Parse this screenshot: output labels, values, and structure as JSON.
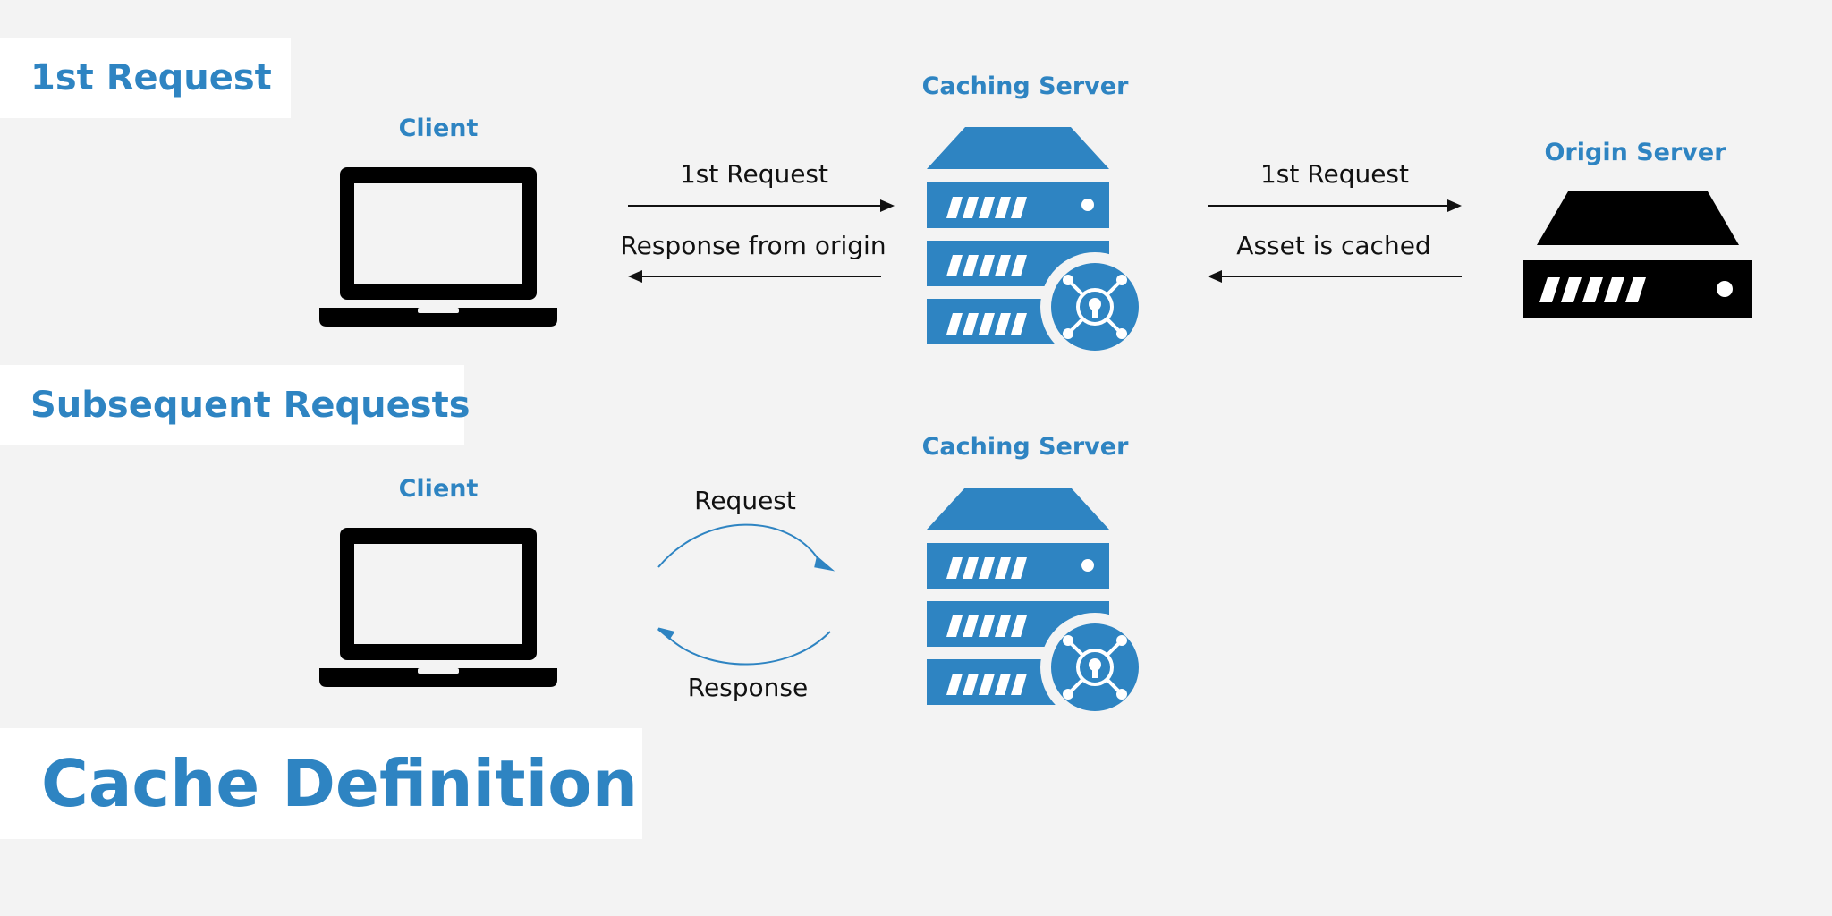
{
  "sections": {
    "first": "1st Request",
    "subsequent": "Subsequent Requests",
    "title": "Cache Definition"
  },
  "top": {
    "client": "Client",
    "caching_server": "Caching Server",
    "origin_server": "Origin Server",
    "arrow_request_to_cache": "1st Request",
    "arrow_response_from_cache": "Response from origin",
    "arrow_request_to_origin": "1st Request",
    "arrow_response_from_origin": "Asset is cached"
  },
  "bottom": {
    "client": "Client",
    "caching_server": "Caching Server",
    "arrow_request": "Request",
    "arrow_response": "Response"
  },
  "colors": {
    "accent": "#2e84c2",
    "icon_dark": "#000000",
    "background": "#f3f3f3",
    "label_box": "#ffffff"
  },
  "icons": {
    "client": "laptop-icon",
    "caching_server": "server-with-lock-icon",
    "origin_server": "server-icon"
  }
}
